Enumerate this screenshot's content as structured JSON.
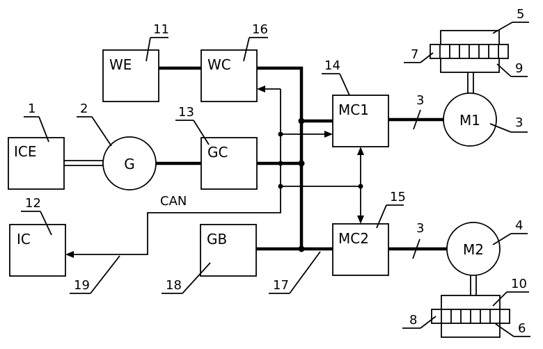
{
  "blocks": {
    "ice": "ICE",
    "g": "G",
    "gc": "GC",
    "we": "WE",
    "wc": "WC",
    "mc1": "MC1",
    "mc2": "MC2",
    "m1": "M1",
    "m2": "M2",
    "ic": "IC",
    "gb": "GB"
  },
  "bus_label": "CAN",
  "reference_numerals": {
    "ice": "1",
    "g": "2",
    "m1_link": "3",
    "m1": "3",
    "m2_link": "3",
    "m2": "4",
    "wheel_top": "5",
    "wheel_bottom": "6",
    "sensor_top": "7",
    "sensor_bottom": "8",
    "housing_top": "9",
    "housing_bottom": "10",
    "we": "11",
    "ic": "12",
    "gc": "13",
    "mc1": "14",
    "mc2": "15",
    "wc": "16",
    "power_bus": "17",
    "gb": "18",
    "can_line": "19"
  },
  "colors": {
    "stroke": "#000000",
    "background": "#ffffff"
  }
}
